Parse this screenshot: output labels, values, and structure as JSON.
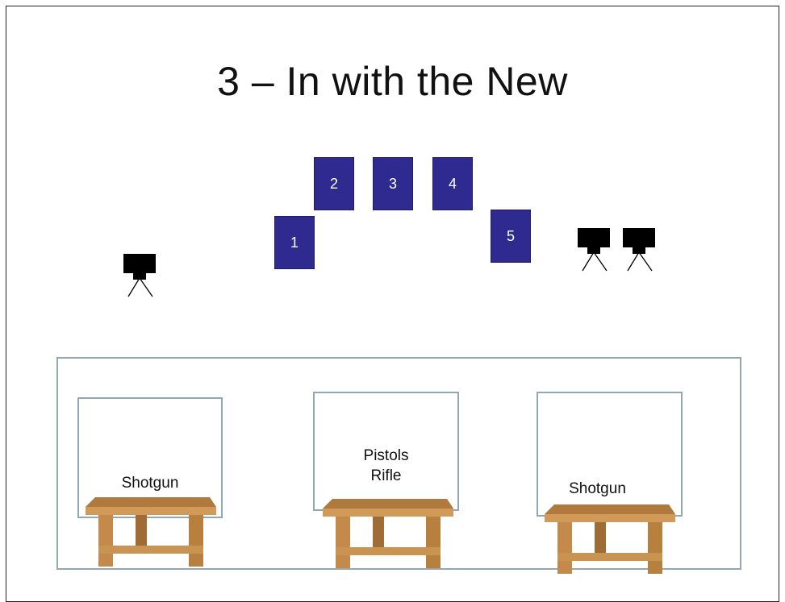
{
  "title": "3 – In with the New",
  "targets": [
    "1",
    "2",
    "3",
    "4",
    "5"
  ],
  "stations": [
    {
      "label": "Shotgun"
    },
    {
      "label_line1": "Pistols",
      "label_line2": "Rifle"
    },
    {
      "label": "Shotgun"
    }
  ],
  "colors": {
    "target_fill": "#2e2a8f",
    "bay_border": "#8fa8b3",
    "thrower": "#000000",
    "table_wood": "#c8914f"
  },
  "icons": [
    "clay-thrower-icon",
    "table-icon"
  ]
}
